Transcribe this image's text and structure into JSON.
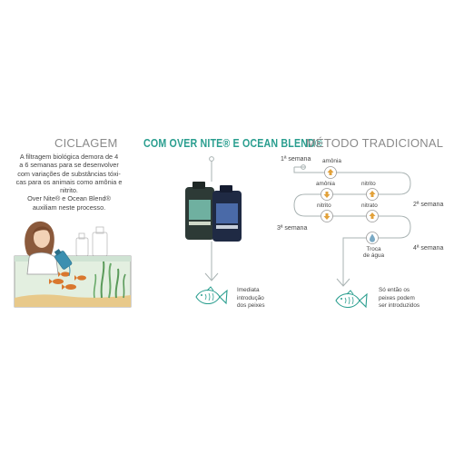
{
  "colors": {
    "teal": "#2a9e8f",
    "gray_heading": "#8a8a8a",
    "arrow_gray": "#a9b3b3",
    "sand": "#e8c98a"
  },
  "left": {
    "title": "CICLAGEM",
    "description_lines": [
      "A filtragem biológica demora de 4",
      "a 6 semanas para se desenvolver",
      "com variações de substâncias tóxi-",
      "cas para os animais como amônia e",
      "nitrito.",
      "Over  Nite® e Ocean Blend®",
      "auxiliam neste processo."
    ]
  },
  "middle": {
    "title": "COM OVER NITE® E OCEAN BLEND®",
    "result_lines": [
      "Imediata",
      "introdução",
      "dos peixes"
    ]
  },
  "right": {
    "title": "MÉTODO TRADICIONAL",
    "weeks": [
      "1ª semana",
      "2ª semana",
      "3ª semana",
      "4ª semana"
    ],
    "labels": {
      "amonia_top": "amônia",
      "amonia_mid": "amônia",
      "nitrito_mid": "nitrito",
      "nitrito_low": "nitrito",
      "nitrato": "nitrato",
      "troca_1": "Troca",
      "troca_2": "de água"
    },
    "result_lines": [
      "Só então os",
      "peixes podem",
      "ser introduzidos"
    ]
  },
  "icons": [
    "woman-aquarium-illustration",
    "product-bottles",
    "fish-icon",
    "arrow-up-icon",
    "arrow-down-icon",
    "water-drop-icon"
  ]
}
